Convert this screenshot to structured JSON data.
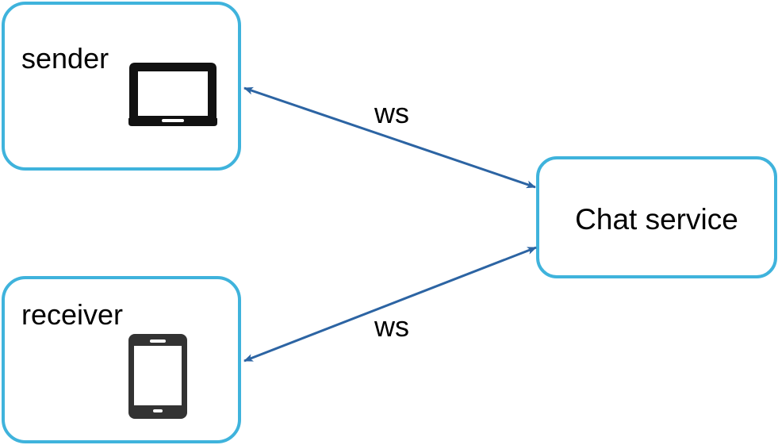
{
  "nodes": {
    "sender": {
      "label": "sender",
      "icon": "laptop-icon"
    },
    "receiver": {
      "label": "receiver",
      "icon": "smartphone-icon"
    },
    "chat_service": {
      "label": "Chat service"
    }
  },
  "edges": [
    {
      "from": "sender",
      "to": "chat_service",
      "label": "ws",
      "bidirectional": true
    },
    {
      "from": "receiver",
      "to": "chat_service",
      "label": "ws",
      "bidirectional": true
    }
  ],
  "colors": {
    "box_border": "#3fb3dc",
    "arrow": "#2c64a3",
    "text": "#000000",
    "icon": "#111111",
    "phone_icon": "#333333"
  }
}
